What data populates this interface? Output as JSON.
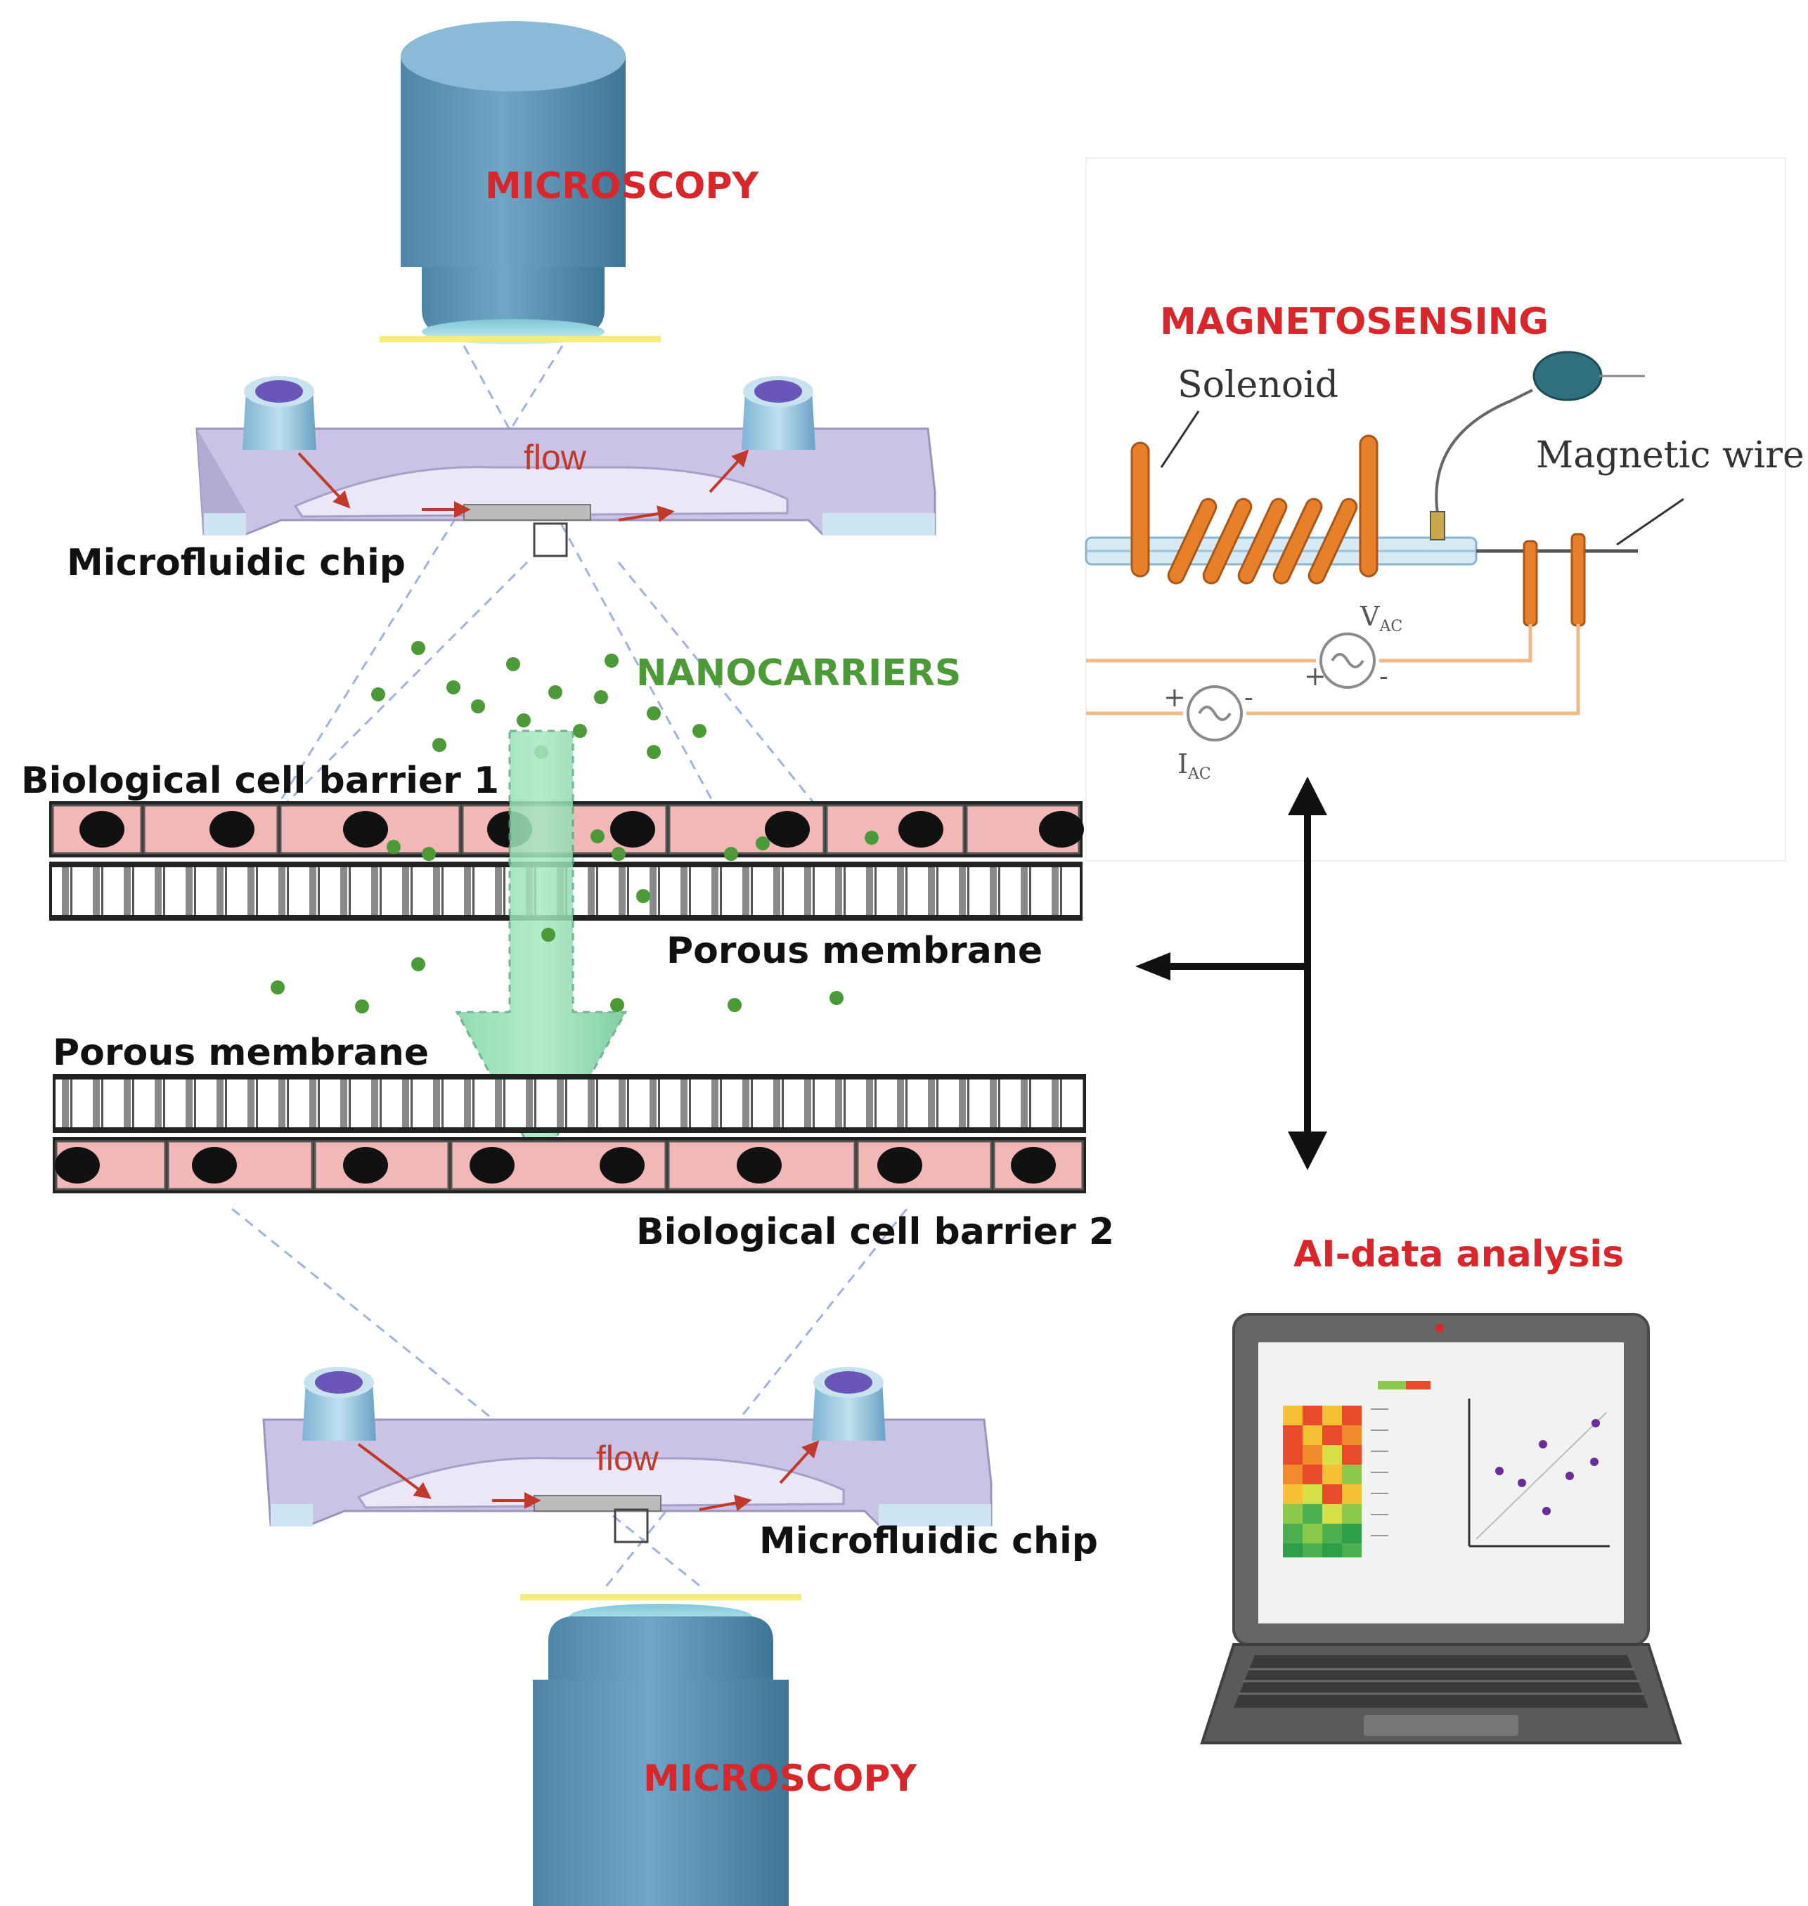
{
  "labels": {
    "microscopy_top": "MICROSCOPY",
    "microscopy_bottom": "MICROSCOPY",
    "flow_top": "flow",
    "flow_bottom": "flow",
    "chip_top": "Microfluidic chip",
    "chip_bottom": "Microfluidic chip",
    "nanocarriers": "NANOCARRIERS",
    "barrier1": "Biological cell barrier 1",
    "barrier2": "Biological cell barrier 2",
    "membrane_top": "Porous membrane",
    "membrane_bottom": "Porous membrane",
    "magnetosensing": "MAGNETOSENSING",
    "solenoid": "Solenoid",
    "magnetic_wire": "Magnetic wire",
    "v_ac": "V",
    "v_ac_sub": "AC",
    "i_ac": "I",
    "i_ac_sub": "AC",
    "plus": "+",
    "minus": "-",
    "ai": "AI-data analysis"
  },
  "colors": {
    "red_label": "#d9262b",
    "green_label": "#4c9a37",
    "objective": "#5a92b4",
    "chip": "#cbc3e6",
    "cell": "#f2b8b8",
    "nanocarrier": "#4c9a37",
    "solenoid": "#e8802a",
    "circuit_wire": "#f1b98a"
  }
}
